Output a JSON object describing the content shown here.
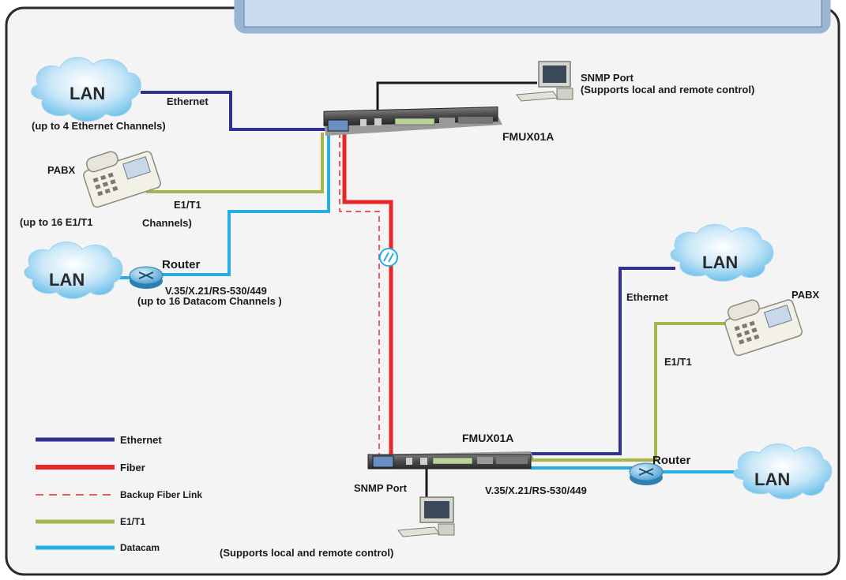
{
  "colors": {
    "ethernet": "#2e3192",
    "fiber": "#e8262a",
    "backup": "#e8262a",
    "e1t1": "#a8b54a",
    "datacom": "#27aee0",
    "background": "#f4f4f4",
    "header_fill": "#c9dbef",
    "frame": "#2b2b2b"
  },
  "header": {
    "text": ""
  },
  "site_a": {
    "lan_top": "LAN",
    "ethernet": "Ethernet",
    "ethernet_channels": "(up to 4 Ethernet Channels)",
    "pabx": "PABX",
    "e1t1_count": "(up to 16 E1/T1",
    "e1t1_a": "E1/T1",
    "e1t1_b": "Channels)",
    "lan_bottom": "LAN",
    "router": "Router",
    "datacom_iface": "V.35/X.21/RS-530/449",
    "datacom_channels": "(up to 16 Datacom Channels )",
    "device": "FMUX01A",
    "snmp_port": "SNMP Port",
    "snmp_desc": "(Supports local and remote control)"
  },
  "site_b": {
    "lan_top": "LAN",
    "ethernet": "Ethernet",
    "pabx": "PABX",
    "e1t1": "E1/T1",
    "device": "FMUX01A",
    "router": "Router",
    "lan_right": "LAN",
    "datacom_iface": "V.35/X.21/RS-530/449",
    "snmp_port": "SNMP Port",
    "snmp_desc": "(Supports local and remote control)"
  },
  "legend": [
    {
      "key": "ethernet",
      "label": "Ethernet",
      "style": "solid"
    },
    {
      "key": "fiber",
      "label": "Fiber",
      "style": "solid"
    },
    {
      "key": "backup",
      "label": "Backup Fiber Link",
      "style": "dashed"
    },
    {
      "key": "e1t1",
      "label": "E1/T1",
      "style": "solid"
    },
    {
      "key": "datacom",
      "label": "Datacam",
      "style": "solid"
    }
  ]
}
